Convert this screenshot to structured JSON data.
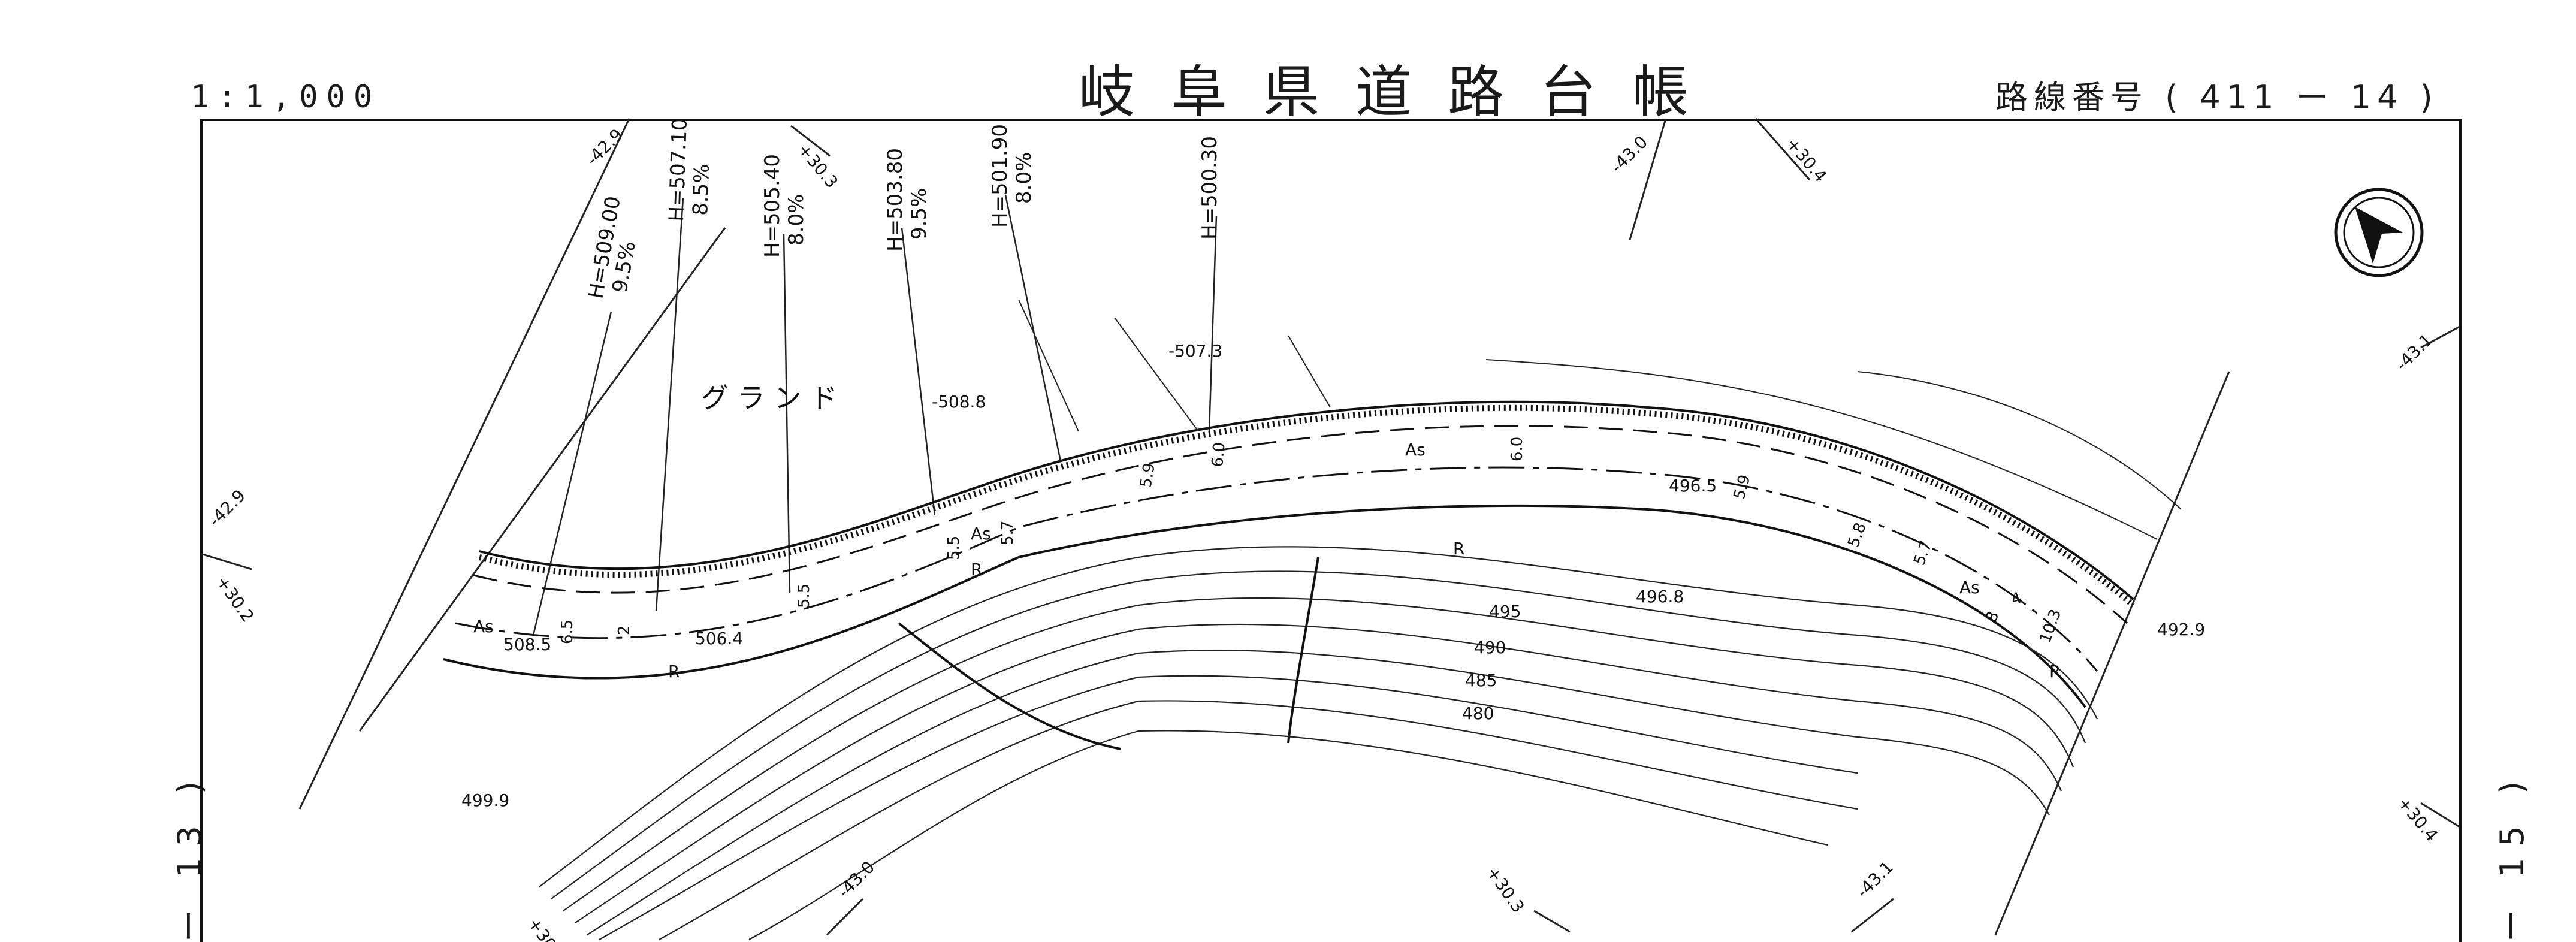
{
  "header": {
    "scale": "1:1,000",
    "title": "岐阜県道路台帳",
    "route_number": "路線番号 ( 411 ー 14 )"
  },
  "adjacent_sheets": {
    "left": "ー 13 )",
    "right": "ー 15 )"
  },
  "map": {
    "place_label": "グ ラ ン ド",
    "compass_icon": "north-arrow-icon",
    "section_heights": [
      {
        "height": "H=509.00",
        "grade": "9.5%"
      },
      {
        "height": "H=507.10",
        "grade": "8.5%"
      },
      {
        "height": "H=505.40",
        "grade": "8.0%"
      },
      {
        "height": "H=503.80",
        "grade": "9.5%"
      },
      {
        "height": "H=501.90",
        "grade": "8.0%"
      },
      {
        "height": "H=500.30",
        "grade": ""
      }
    ],
    "grid_labels": [
      "-42.9",
      "+30.3",
      "-43.0",
      "+30.4",
      "-43.1",
      "+30.2",
      "-43.0",
      "+30.3",
      "-43.1",
      "+30.4",
      "-42.9",
      "+30.2"
    ],
    "spot_elevations": [
      "-507.3",
      "-508.8",
      "508.5",
      "506.4",
      "499.9",
      "496.5",
      "496.8",
      "492.9"
    ],
    "contour_labels": [
      "495",
      "490",
      "485",
      "480"
    ],
    "road_labels": [
      "As",
      "As",
      "As",
      "As",
      "R",
      "R",
      "R",
      "R"
    ],
    "width_labels": [
      "6.5",
      "2",
      "5.5",
      "5.5",
      "5.7",
      "5.9",
      "6.0",
      "6.0",
      "5.9",
      "5.8",
      "5.7",
      "8",
      "10.3",
      "4"
    ]
  }
}
